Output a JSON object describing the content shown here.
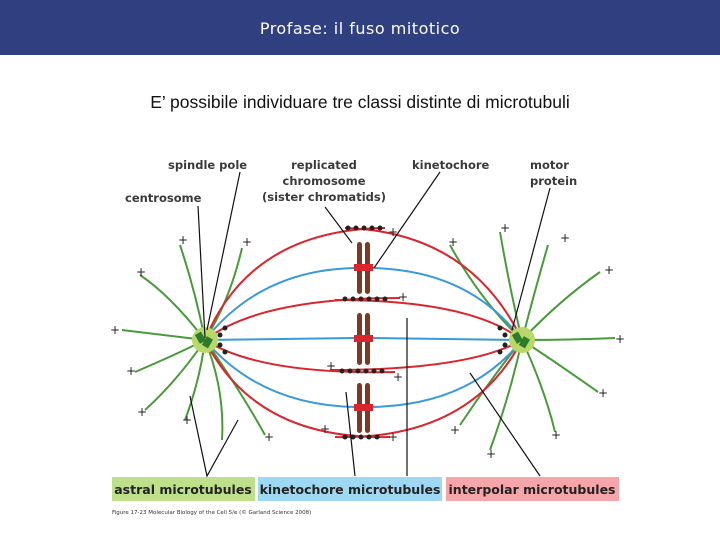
{
  "slide": {
    "title": "Profase: il fuso mitotico",
    "subtitle": "E’ possibile individuare tre classi distinte di microtubuli"
  },
  "figure": {
    "labels": {
      "spindle_pole": "spindle pole",
      "centrosome": "centrosome",
      "replicated_1": "replicated",
      "replicated_2": "chromosome",
      "replicated_3": "(sister chromatids)",
      "kinetochore": "kinetochore",
      "motor_1": "motor",
      "motor_2": "protein"
    },
    "legend": {
      "astral": "astral microtubules",
      "kinetochore": "kinetochore microtubules",
      "interpolar": "interpolar microtubules"
    },
    "caption": "Figure 17-23  Molecular Biology of the Cell 5/e (© Garland Science 2008)",
    "plus_sign": "+",
    "colors": {
      "header": "#2f3f80",
      "astral": "#4a9a3c",
      "kinetochore": "#3a9ad9",
      "interpolar": "#d9262e",
      "chromosome": "#7a3a24",
      "centrosome": "#b8d96a",
      "legend_astral_bg": "#bfe08a",
      "legend_kinetochore_bg": "#9fd8f2",
      "legend_interpolar_bg": "#f6a6ab"
    }
  }
}
